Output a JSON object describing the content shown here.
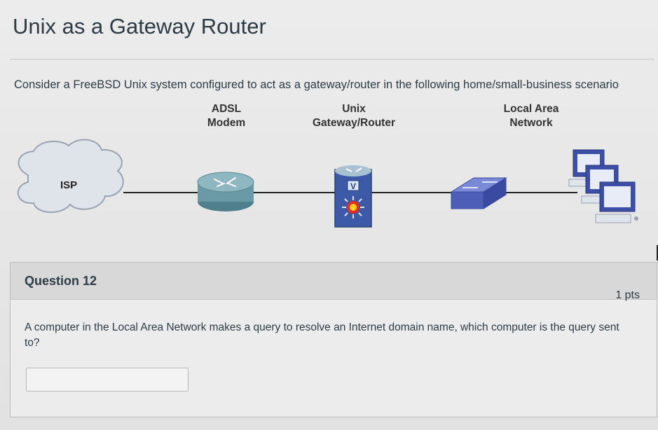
{
  "page": {
    "title": "Unix as a Gateway Router",
    "intro": "Consider a FreeBSD Unix system configured to act as a gateway/router in the following home/small-business scenario"
  },
  "diagram": {
    "labels": {
      "adsl": "ADSL\nModem",
      "unix": "Unix\nGateway/Router",
      "lan": "Local Area\nNetwork",
      "isp": "ISP"
    }
  },
  "question": {
    "title": "Question 12",
    "points": "1 pts",
    "text": "A computer in the Local Area Network makes a query to resolve an Internet domain name, which computer is the query sent to?",
    "answer_value": ""
  }
}
